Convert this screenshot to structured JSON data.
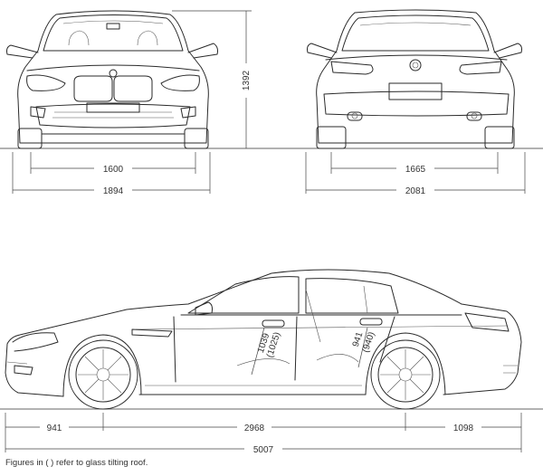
{
  "dimensions": {
    "front_track": "1600",
    "front_width": "1894",
    "height": "1392",
    "rear_track": "1665",
    "rear_width": "2081",
    "front_overhang": "941",
    "wheelbase": "2968",
    "rear_overhang": "1098",
    "length": "5007",
    "front_headroom": "1039",
    "front_headroom_glass_roof": "(1025)",
    "rear_headroom": "941",
    "rear_headroom_glass_roof": "(940)"
  },
  "footnote": "Figures in ( ) refer to glass tilting roof."
}
